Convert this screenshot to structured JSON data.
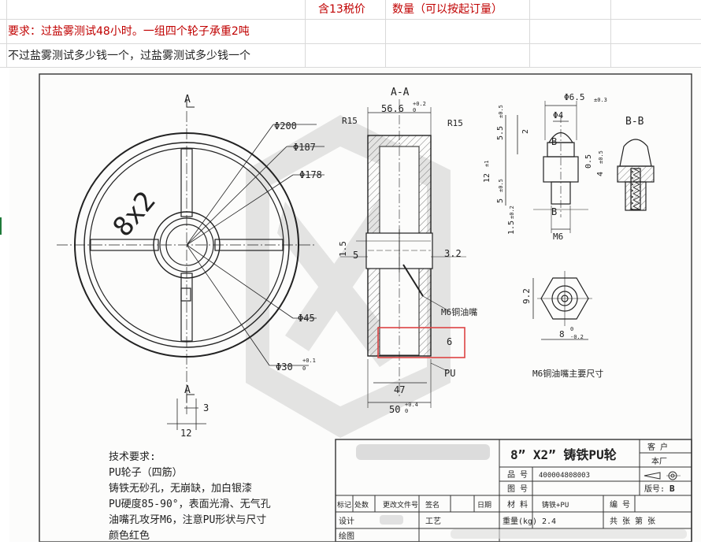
{
  "sheet": {
    "header_tax": "含13税价",
    "header_qty": "数量（可以按起订量）",
    "requirement": "要求：过盐雾测试48小时。一组四个轮子承重2吨",
    "question": "不过盐雾测试多少钱一个，过盐雾测试多少钱一个"
  },
  "drawing": {
    "label_a_top": "A",
    "label_a_bottom": "A",
    "wheel_mark": "8x2",
    "dim_200": "Φ200",
    "dim_187": "Φ187",
    "dim_178": "Φ178",
    "dim_45": "Φ45",
    "dim_30": "Φ30",
    "dim_30_tol_top": "+0.1",
    "dim_30_tol_bot": "0",
    "dim_3": "3",
    "dim_12": "12",
    "section_aa": "A-A",
    "dim_566": "56.6",
    "dim_566_tol_top": "+0.2",
    "dim_566_tol_bot": "0",
    "r15_left": "R15",
    "r15_right": "R15",
    "dim_15": "1.5",
    "dim_5": "5",
    "dim_32": "3.2",
    "oil_nipple": "M6铜油嘴",
    "dim_6": "6",
    "pu": "PU",
    "dim_47": "47",
    "dim_50": "50",
    "dim_50_tol_top": "+0.4",
    "dim_50_tol_bot": "0",
    "dim_65": "Φ6.5",
    "dim_65_tol": "±0.3",
    "dim_4": "Φ4",
    "section_bb": "B-B",
    "label_b_top": "B",
    "label_b_bottom": "B",
    "dim_55": "5.5",
    "dim_55_tol": "±0.5",
    "dim_2": "2",
    "dim_12v": "12",
    "dim_12v_tol": "±1",
    "dim_5v": "5",
    "dim_5v_tol": "±0.5",
    "dim_05": "0.5",
    "dim_4v": "4",
    "dim_4v_tol": "±0.5",
    "dim_15v": "1.5",
    "dim_15v_tol": "±0.2",
    "m6": "M6",
    "dim_92": "9.2",
    "dim_8": "8",
    "dim_8_tol_top": "0",
    "dim_8_tol_bot": "-0.2",
    "nipple_caption": "M6铜油嘴主要尺寸",
    "tech_title": "技术要求:",
    "tech_lines": [
      "PU轮子（四筋）",
      "铸铁无砂孔，无崩缺，加白银漆",
      "PU硬度85-90°，表面光滑、无气孔",
      "油嘴孔攻牙M6，注意PU形状与尺寸",
      "颜色红色"
    ]
  },
  "titleblock": {
    "title": "8”  X2”  铸铁PU轮",
    "customer": "客 户",
    "factory": "本厂",
    "part_no_label": "品 号",
    "part_no_value": "400004808003",
    "drawing_no_label": "图 号",
    "version_label": "版号:",
    "version_value": "B",
    "material_label": "材 料",
    "material_value": "铸铁+PU",
    "number_label": "编 号",
    "row_mark": "标记",
    "row_count": "处数",
    "row_file": "更改文件号",
    "row_sign": "签名",
    "row_date": "日期",
    "design": "设计",
    "craft": "工艺",
    "drawn": "绘图",
    "weight_label": "重量(kg)",
    "weight_value": "2.4",
    "sheets": "共   张  第   张"
  }
}
